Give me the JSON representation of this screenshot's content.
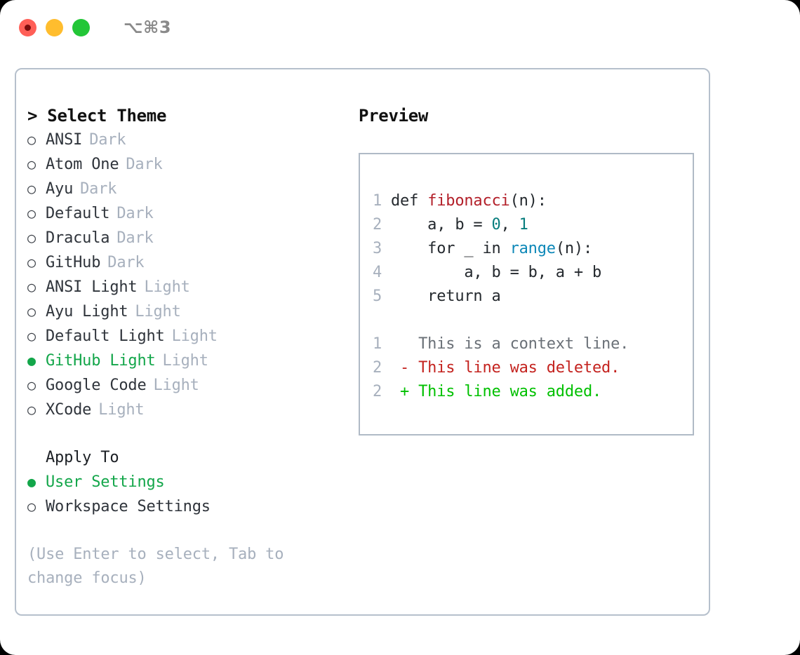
{
  "titlebar": {
    "lights": [
      {
        "name": "close",
        "color": "#ff5f57"
      },
      {
        "name": "minimize",
        "color": "#ffbd2e"
      },
      {
        "name": "zoom",
        "color": "#23c637"
      }
    ],
    "shortcut": "⌥⌘3"
  },
  "theme_picker": {
    "heading": "> Select Theme",
    "marker_off": "○",
    "marker_on": "●",
    "items": [
      {
        "label": "ANSI",
        "badge": "Dark",
        "selected": false
      },
      {
        "label": "Atom One",
        "badge": "Dark",
        "selected": false
      },
      {
        "label": "Ayu",
        "badge": "Dark",
        "selected": false
      },
      {
        "label": "Default",
        "badge": "Dark",
        "selected": false
      },
      {
        "label": "Dracula",
        "badge": "Dark",
        "selected": false
      },
      {
        "label": "GitHub",
        "badge": "Dark",
        "selected": false
      },
      {
        "label": "ANSI Light",
        "badge": "Light",
        "selected": false
      },
      {
        "label": "Ayu Light",
        "badge": "Light",
        "selected": false
      },
      {
        "label": "Default Light",
        "badge": "Light",
        "selected": false
      },
      {
        "label": "GitHub Light",
        "badge": "Light",
        "selected": true
      },
      {
        "label": "Google Code",
        "badge": "Light",
        "selected": false
      },
      {
        "label": "XCode",
        "badge": "Light",
        "selected": false
      }
    ]
  },
  "apply_to": {
    "heading": "Apply To",
    "items": [
      {
        "label": "User Settings",
        "selected": true
      },
      {
        "label": "Workspace Settings",
        "selected": false
      }
    ]
  },
  "hint": "(Use Enter to select, Tab to change focus)",
  "preview": {
    "title": "Preview",
    "code_lines": [
      {
        "number": "1",
        "tokens": [
          {
            "text": "def ",
            "style": "plain"
          },
          {
            "text": "fibonacci",
            "style": "fn"
          },
          {
            "text": "(n):",
            "style": "plain"
          }
        ]
      },
      {
        "number": "2",
        "tokens": [
          {
            "text": "    a, b = ",
            "style": "plain"
          },
          {
            "text": "0",
            "style": "num"
          },
          {
            "text": ", ",
            "style": "plain"
          },
          {
            "text": "1",
            "style": "num"
          }
        ]
      },
      {
        "number": "3",
        "tokens": [
          {
            "text": "    for _ in ",
            "style": "plain"
          },
          {
            "text": "range",
            "style": "blue"
          },
          {
            "text": "(n):",
            "style": "plain"
          }
        ]
      },
      {
        "number": "4",
        "tokens": [
          {
            "text": "        a, b = b, a + b",
            "style": "plain"
          }
        ]
      },
      {
        "number": "5",
        "tokens": [
          {
            "text": "    return a",
            "style": "plain"
          }
        ]
      }
    ],
    "diff_lines": [
      {
        "number": "1",
        "text": "   This is a context line.",
        "kind": "ctx"
      },
      {
        "number": "2",
        "text": " - This line was deleted.",
        "kind": "del"
      },
      {
        "number": "2",
        "text": " + This line was added.",
        "kind": "add"
      }
    ]
  },
  "colors": {
    "accent_green": "#13a64a",
    "panel_border": "#b6c0cc",
    "badge_gray": "#a7b0bd",
    "diff_add": "#00c000",
    "diff_del": "#c4231f",
    "token_fn": "#b3202a",
    "token_num": "#077d7d",
    "token_blue": "#0e88b8"
  }
}
